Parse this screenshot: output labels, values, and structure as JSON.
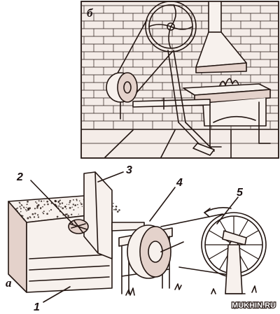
{
  "panel_b": {
    "label": "б"
  },
  "panel_a": {
    "label": "а"
  },
  "callouts": [
    "1",
    "2",
    "3",
    "4",
    "5"
  ],
  "watermark": "MUKHIN.RU",
  "colors": {
    "ink": "#231612",
    "paper": "#f7f1ed",
    "brick": "#e4d2cb"
  }
}
